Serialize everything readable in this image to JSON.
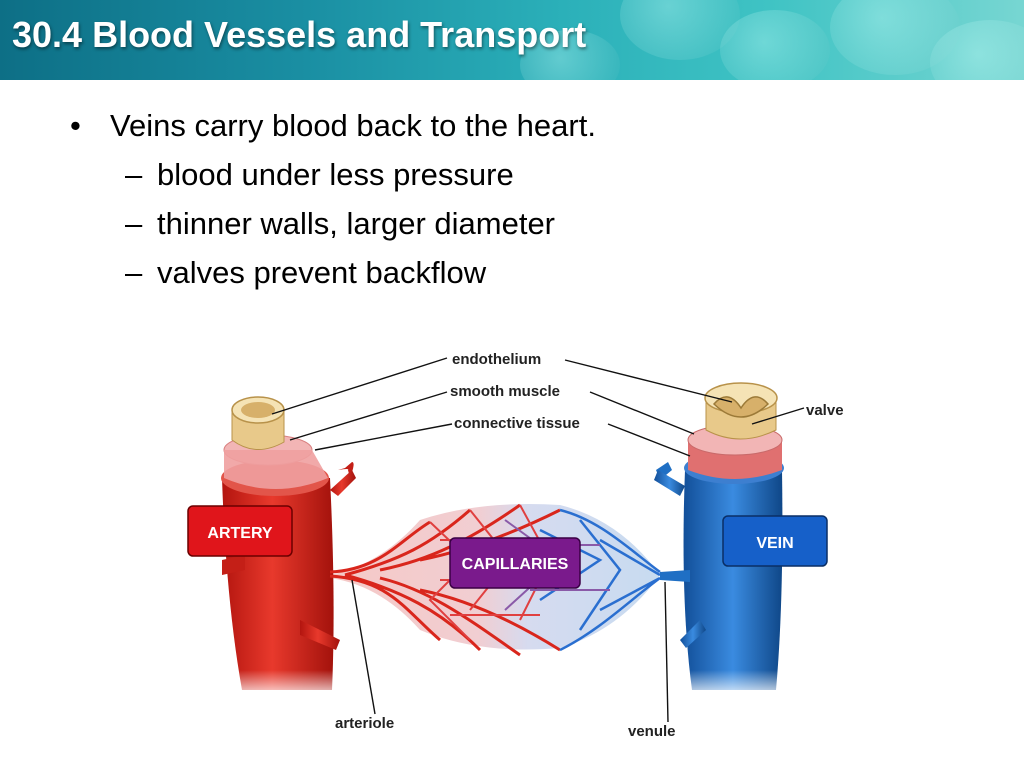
{
  "slide": {
    "title": "30.4 Blood Vessels and Transport",
    "bullets": [
      {
        "level": 1,
        "marker": "•",
        "text": "Veins carry blood back to the heart."
      },
      {
        "level": 2,
        "marker": "–",
        "text": "blood under less pressure"
      },
      {
        "level": 2,
        "marker": "–",
        "text": "thinner walls, larger diameter"
      },
      {
        "level": 2,
        "marker": "–",
        "text": "valves prevent backflow"
      }
    ]
  },
  "diagram": {
    "labels": {
      "endothelium": "endothelium",
      "smooth_muscle": "smooth muscle",
      "connective_tissue": "connective tissue",
      "valve": "valve",
      "arteriole": "arteriole",
      "venule": "venule"
    },
    "boxes": {
      "artery": "ARTERY",
      "capillaries": "CAPILLARIES",
      "vein": "VEIN"
    },
    "colors": {
      "title_bar": "#1a8fa3",
      "artery": "#d9261c",
      "vein": "#1f6fc4",
      "capillaries_box": "#7a1a8c",
      "artery_box": "#e0151b",
      "vein_box": "#1660c9",
      "endothelium": "#e8c98a",
      "smooth_muscle": "#f2b5b5"
    }
  }
}
